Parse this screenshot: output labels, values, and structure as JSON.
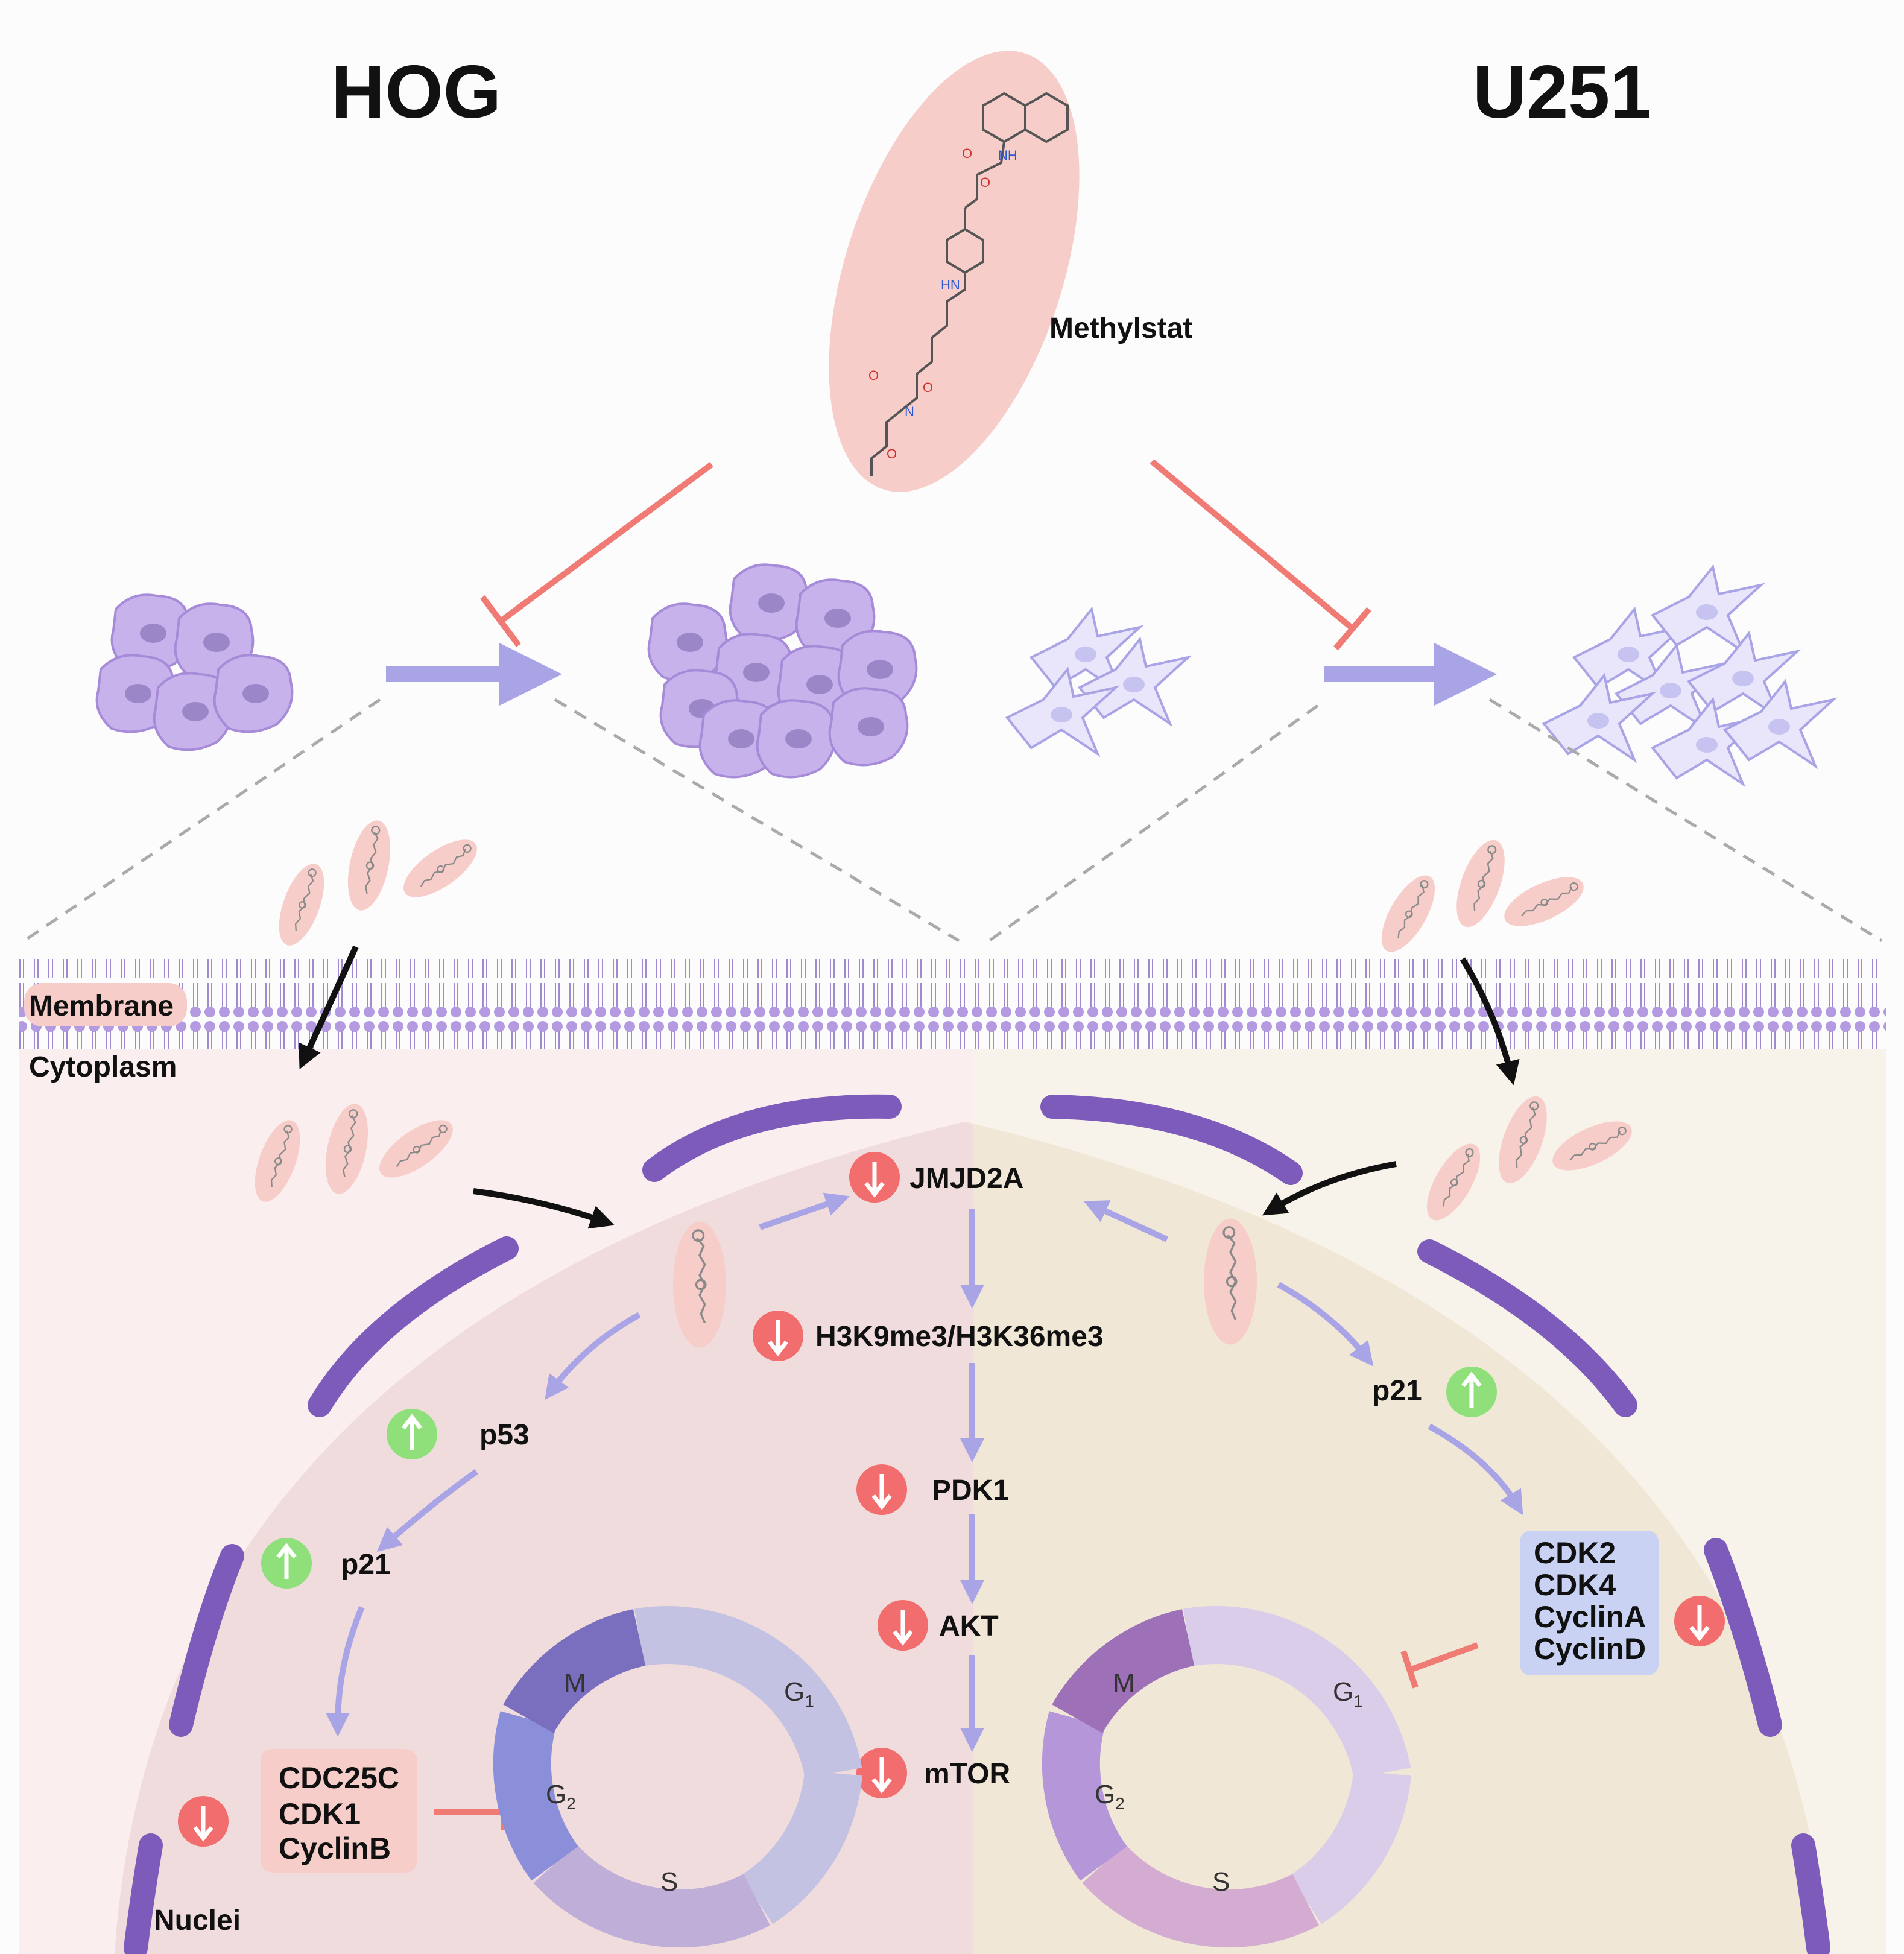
{
  "titles": {
    "left": "HOG",
    "right": "U251"
  },
  "compound": {
    "name": "Methylstat"
  },
  "regions": {
    "membrane": "Membrane",
    "cytoplasm": "Cytoplasm",
    "nuclei": "Nuclei"
  },
  "center_pathway": [
    "JMJD2A",
    "H3K9me3/H3K36me3",
    "PDK1",
    "AKT",
    "mTOR"
  ],
  "left_pathway": {
    "p53": "p53",
    "p21": "p21",
    "box": [
      "CDC25C",
      "CDK1",
      "CyclinB"
    ]
  },
  "right_pathway": {
    "p21": "p21",
    "box": [
      "CDK2",
      "CDK4",
      "CyclinA",
      "CyclinD"
    ]
  },
  "cell_cycle": {
    "phases": [
      "M",
      "G1",
      "G2",
      "S"
    ]
  },
  "colors": {
    "inhibit": "#f07b74",
    "flow_arrow": "#a9a4e6",
    "down_badge": "#f26d6d",
    "up_badge": "#8fe07a",
    "hog_nucleus": "#f0dcdc",
    "u251_nucleus": "#f0e7d7",
    "membrane_head": "#b49ae0"
  }
}
